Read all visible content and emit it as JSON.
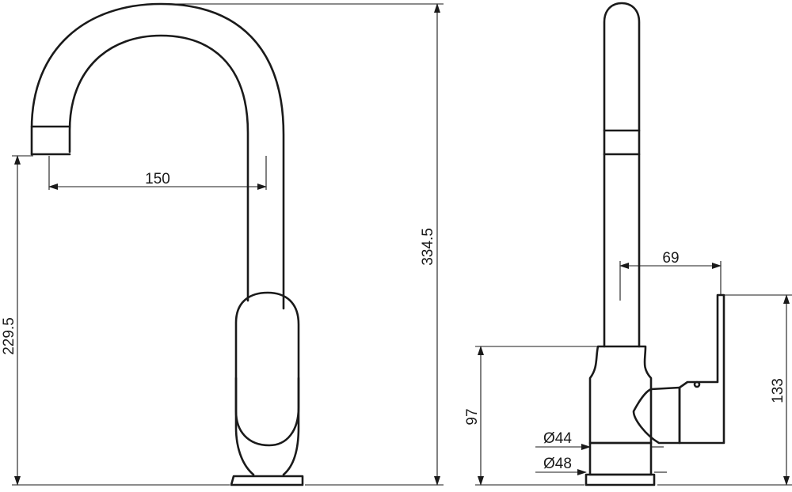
{
  "dimensions": {
    "spout_reach": "150",
    "total_height": "334.5",
    "spout_height": "229.5",
    "lever_reach": "69",
    "body_height": "97",
    "lever_height": "133",
    "diameter_body": "Ø44",
    "diameter_base": "Ø48"
  }
}
